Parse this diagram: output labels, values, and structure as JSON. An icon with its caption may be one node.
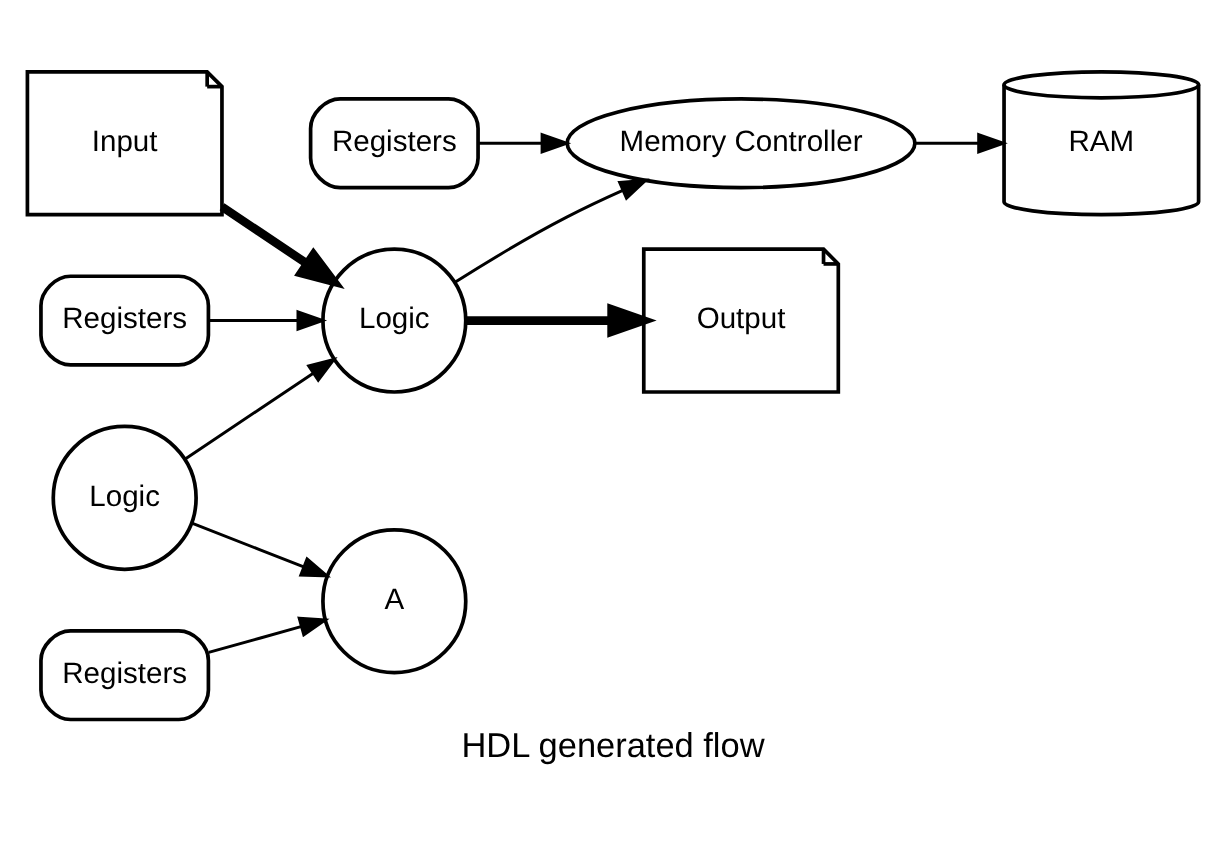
{
  "diagram": {
    "caption": "HDL generated flow",
    "nodes": [
      {
        "text": [
          "Input"
        ]
      },
      {
        "text": [
          "Logic"
        ]
      },
      {
        "text": [
          "A"
        ]
      },
      {
        "text": [
          "Registers"
        ]
      },
      {
        "text": [
          "Logic"
        ]
      },
      {
        "text": [
          "Registers"
        ]
      },
      {
        "text": [
          "Memory Controller"
        ]
      },
      {
        "text": [
          "RAM"
        ]
      },
      {
        "text": [
          "Registers"
        ]
      },
      {
        "text": [
          "Output"
        ]
      }
    ],
    "edges": [
      {
        "from": 0,
        "to": 4,
        "arrow": "to",
        "style": "thick"
      },
      {
        "from": 1,
        "to": 4,
        "arrow": "to"
      },
      {
        "from": 1,
        "to": 2,
        "arrow": "to"
      },
      {
        "from": 3,
        "to": 2,
        "arrow": "to"
      },
      {
        "from": 4,
        "to": 6,
        "arrow": "to"
      },
      {
        "from": 5,
        "to": 6,
        "arrow": "to"
      },
      {
        "from": 6,
        "to": 7,
        "arrow": "to"
      },
      {
        "from": 8,
        "to": 4,
        "arrow": "to"
      },
      {
        "from": 4,
        "to": 9,
        "arrow": "to",
        "style": "thick"
      }
    ]
  }
}
